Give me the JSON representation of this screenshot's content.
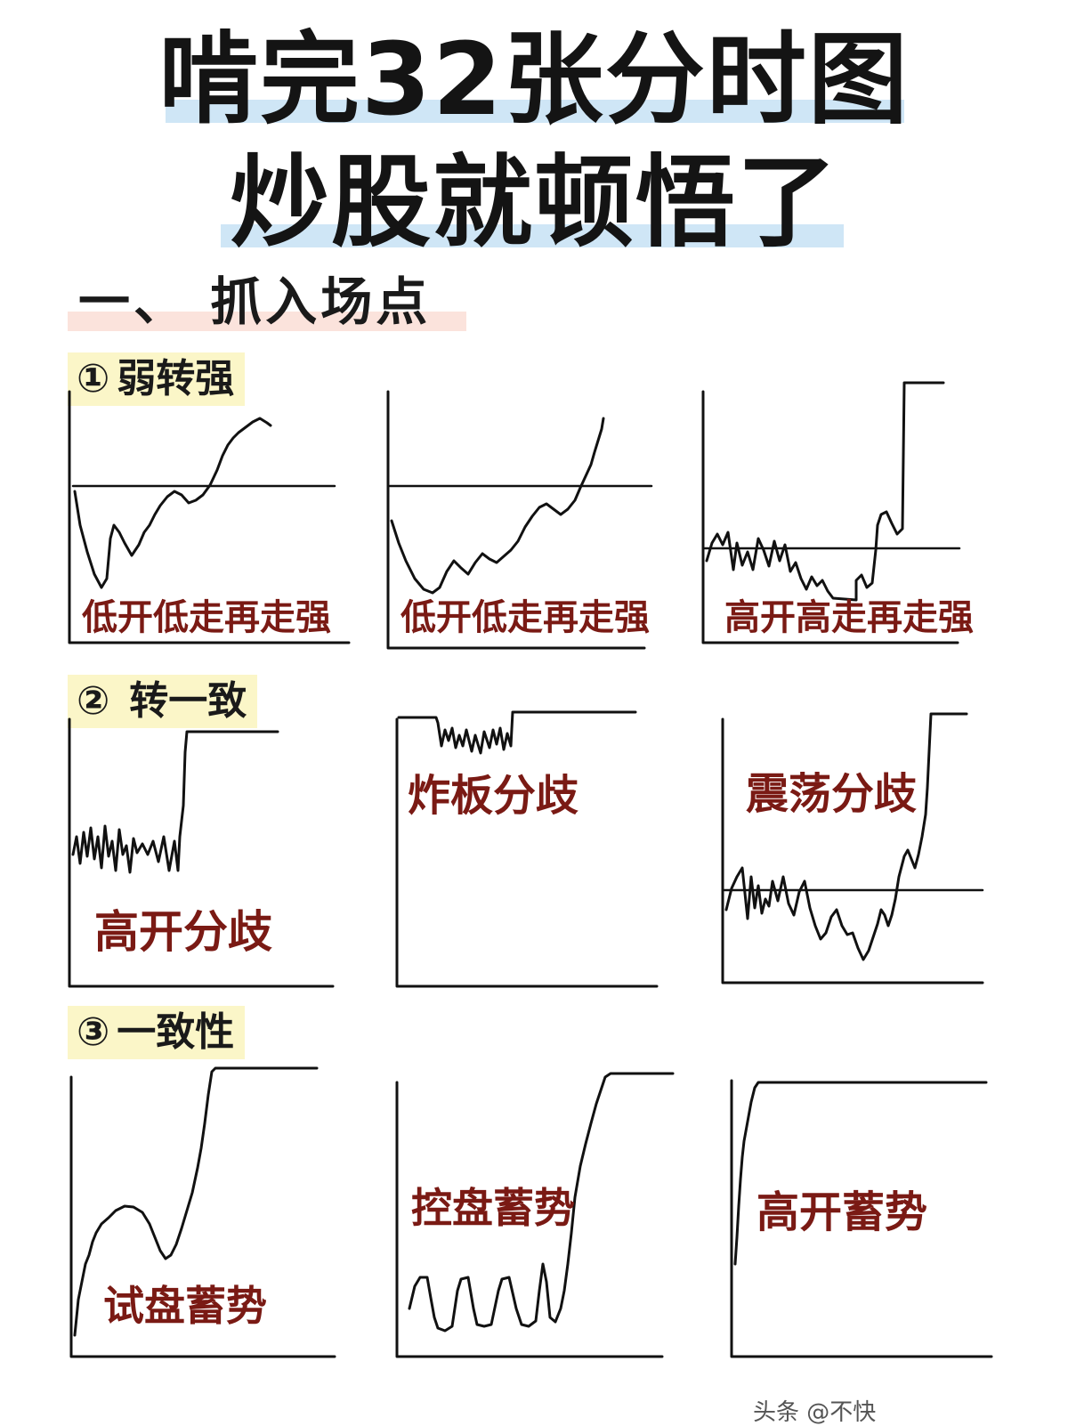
{
  "title": {
    "line1": "啃完32张分时图",
    "line2": "炒股就顿悟了"
  },
  "section": {
    "heading": "一、 抓入场点"
  },
  "categories": [
    {
      "num": "①",
      "label": "弱转强"
    },
    {
      "num": "②",
      "label": "转一致"
    },
    {
      "num": "③",
      "label": "一致性"
    }
  ],
  "panels": [
    {
      "label": "低开低走再走强"
    },
    {
      "label": "低开低走再走强"
    },
    {
      "label": "高开高走再走强"
    },
    {
      "label": "高开分歧"
    },
    {
      "label": "炸板分歧"
    },
    {
      "label": "震荡分歧"
    },
    {
      "label": "试盘蓄势"
    },
    {
      "label": "控盘蓄势"
    },
    {
      "label": "高开蓄势"
    }
  ],
  "footer": "头条 @不快",
  "colors": {
    "label": "#7a1a14",
    "line": "#111111",
    "title_highlight": "#cfe6f6",
    "badge": "#fbf6c8",
    "section_highlight": "#fbe3dc"
  }
}
